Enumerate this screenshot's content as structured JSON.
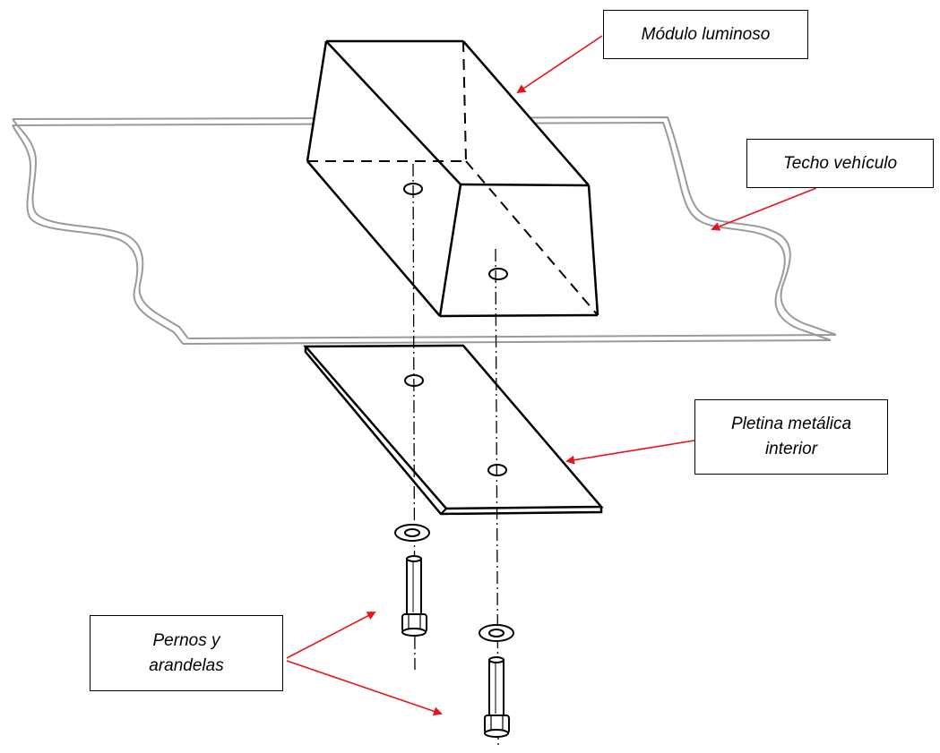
{
  "labels": {
    "modulo": "Módulo luminoso",
    "techo": "Techo vehículo",
    "pletina": "Pletina metálica\ninterior",
    "pernos": "Pernos y\narandelas"
  },
  "colors": {
    "arrow": "#e8141b",
    "line": "#000000",
    "roof_outline": "#9a9a9a"
  }
}
